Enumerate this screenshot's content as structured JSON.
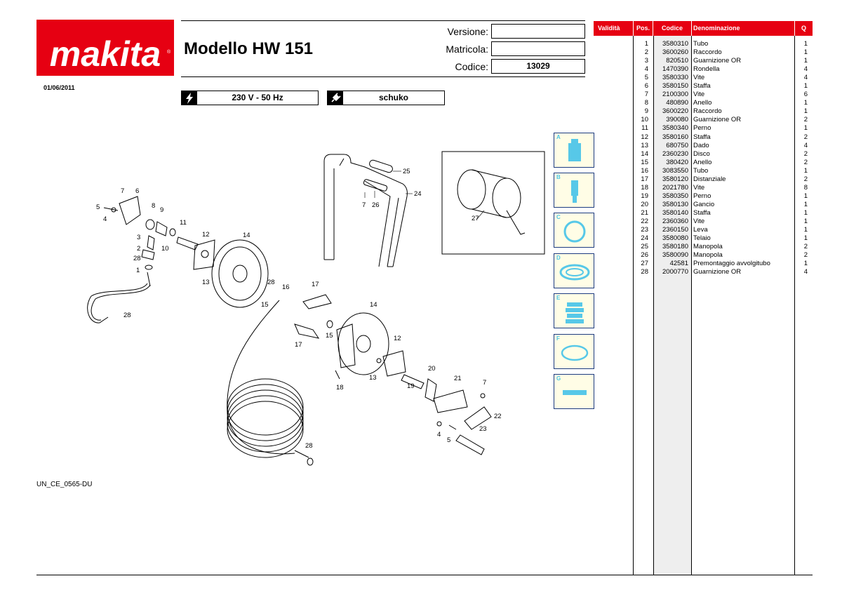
{
  "header": {
    "brand": "makita",
    "date": "01/06/2011",
    "model_title": "Modello HW 151",
    "fields": [
      {
        "label": "Versione:",
        "value": ""
      },
      {
        "label": "Matricola:",
        "value": ""
      },
      {
        "label": "Codice:",
        "value": "13029"
      }
    ],
    "specs": [
      {
        "icon": "lightning-icon",
        "text": "230 V - 50 Hz"
      },
      {
        "icon": "plug-icon",
        "text": "schuko"
      }
    ]
  },
  "document_id": "UN_CE_0565-DU",
  "table": {
    "headers": [
      "Validità",
      "Pos.",
      "Codice",
      "Denominazione",
      "Q"
    ],
    "rows": [
      {
        "pos": "1",
        "code": "3580310",
        "name": "Tubo",
        "q": "1"
      },
      {
        "pos": "2",
        "code": "3600260",
        "name": "Raccordo",
        "q": "1"
      },
      {
        "pos": "3",
        "code": "820510",
        "name": "Guarnizione OR",
        "q": "1"
      },
      {
        "pos": "4",
        "code": "1470390",
        "name": "Rondella",
        "q": "4"
      },
      {
        "pos": "5",
        "code": "3580330",
        "name": "Vite",
        "q": "4"
      },
      {
        "pos": "6",
        "code": "3580150",
        "name": "Staffa",
        "q": "1"
      },
      {
        "pos": "7",
        "code": "2100300",
        "name": "Vite",
        "q": "6"
      },
      {
        "pos": "8",
        "code": "480890",
        "name": "Anello",
        "q": "1"
      },
      {
        "pos": "9",
        "code": "3600220",
        "name": "Raccordo",
        "q": "1"
      },
      {
        "pos": "10",
        "code": "390080",
        "name": "Guarnizione OR",
        "q": "2"
      },
      {
        "pos": "11",
        "code": "3580340",
        "name": "Perno",
        "q": "1"
      },
      {
        "pos": "12",
        "code": "3580160",
        "name": "Staffa",
        "q": "2"
      },
      {
        "pos": "13",
        "code": "680750",
        "name": "Dado",
        "q": "4"
      },
      {
        "pos": "14",
        "code": "2360230",
        "name": "Disco",
        "q": "2"
      },
      {
        "pos": "15",
        "code": "380420",
        "name": "Anello",
        "q": "2"
      },
      {
        "pos": "16",
        "code": "3083550",
        "name": "Tubo",
        "q": "1"
      },
      {
        "pos": "17",
        "code": "3580120",
        "name": "Distanziale",
        "q": "2"
      },
      {
        "pos": "18",
        "code": "2021780",
        "name": "Vite",
        "q": "8"
      },
      {
        "pos": "19",
        "code": "3580350",
        "name": "Perno",
        "q": "1"
      },
      {
        "pos": "20",
        "code": "3580130",
        "name": "Gancio",
        "q": "1"
      },
      {
        "pos": "21",
        "code": "3580140",
        "name": "Staffa",
        "q": "1"
      },
      {
        "pos": "22",
        "code": "2360360",
        "name": "Vite",
        "q": "1"
      },
      {
        "pos": "23",
        "code": "2360150",
        "name": "Leva",
        "q": "1"
      },
      {
        "pos": "24",
        "code": "3580080",
        "name": "Telaio",
        "q": "1"
      },
      {
        "pos": "25",
        "code": "3580180",
        "name": "Manopola",
        "q": "2"
      },
      {
        "pos": "26",
        "code": "3580090",
        "name": "Manopola",
        "q": "2"
      },
      {
        "pos": "27",
        "code": "42581",
        "name": "Premontaggio avvolgitubo",
        "q": "1"
      },
      {
        "pos": "28",
        "code": "2000770",
        "name": "Guarnizione OR",
        "q": "4"
      }
    ]
  },
  "validity_thumbnails": [
    {
      "letter": "A",
      "icon": "filter-element-icon"
    },
    {
      "letter": "B",
      "icon": "cartridge-icon"
    },
    {
      "letter": "C",
      "icon": "o-ring-icon"
    },
    {
      "letter": "D",
      "icon": "gasket-icon"
    },
    {
      "letter": "E",
      "icon": "bellows-icon"
    },
    {
      "letter": "F",
      "icon": "seal-ring-icon"
    },
    {
      "letter": "G",
      "icon": "flat-seal-icon"
    }
  ],
  "diagram_labels": [
    {
      "id": "c1-7",
      "text": "7"
    },
    {
      "id": "c1-6",
      "text": "6"
    },
    {
      "id": "c1-5",
      "text": "5"
    },
    {
      "id": "c1-4",
      "text": "4"
    },
    {
      "id": "c1-8",
      "text": "8"
    },
    {
      "id": "c1-9",
      "text": "9"
    },
    {
      "id": "c1-11",
      "text": "11"
    },
    {
      "id": "c1-12",
      "text": "12"
    },
    {
      "id": "c1-14",
      "text": "14"
    },
    {
      "id": "c1-3",
      "text": "3"
    },
    {
      "id": "c1-2",
      "text": "2"
    },
    {
      "id": "c1-10",
      "text": "10"
    },
    {
      "id": "c1-28a",
      "text": "28"
    },
    {
      "id": "c1-1",
      "text": "1"
    },
    {
      "id": "c1-13",
      "text": "13"
    },
    {
      "id": "c1-28b",
      "text": "28"
    },
    {
      "id": "c1-16",
      "text": "16"
    },
    {
      "id": "c1-15",
      "text": "15"
    },
    {
      "id": "c1-17a",
      "text": "17"
    },
    {
      "id": "c1-28c",
      "text": "28"
    },
    {
      "id": "c1-14b",
      "text": "14"
    },
    {
      "id": "c1-15b",
      "text": "15"
    },
    {
      "id": "c1-17b",
      "text": "17"
    },
    {
      "id": "c1-12b",
      "text": "12"
    },
    {
      "id": "c1-13b",
      "text": "13"
    },
    {
      "id": "c1-18",
      "text": "18"
    },
    {
      "id": "c1-20",
      "text": "20"
    },
    {
      "id": "c1-19",
      "text": "19"
    },
    {
      "id": "c1-21",
      "text": "21"
    },
    {
      "id": "c1-7b",
      "text": "7"
    },
    {
      "id": "c1-22",
      "text": "22"
    },
    {
      "id": "c1-23",
      "text": "23"
    },
    {
      "id": "c1-4b",
      "text": "4"
    },
    {
      "id": "c1-5b",
      "text": "5"
    },
    {
      "id": "c1-28d",
      "text": "28"
    },
    {
      "id": "c1-25",
      "text": "25"
    },
    {
      "id": "c1-24",
      "text": "24"
    },
    {
      "id": "c1-7c",
      "text": "7"
    },
    {
      "id": "c1-26",
      "text": "26"
    },
    {
      "id": "c1-27",
      "text": "27"
    }
  ]
}
